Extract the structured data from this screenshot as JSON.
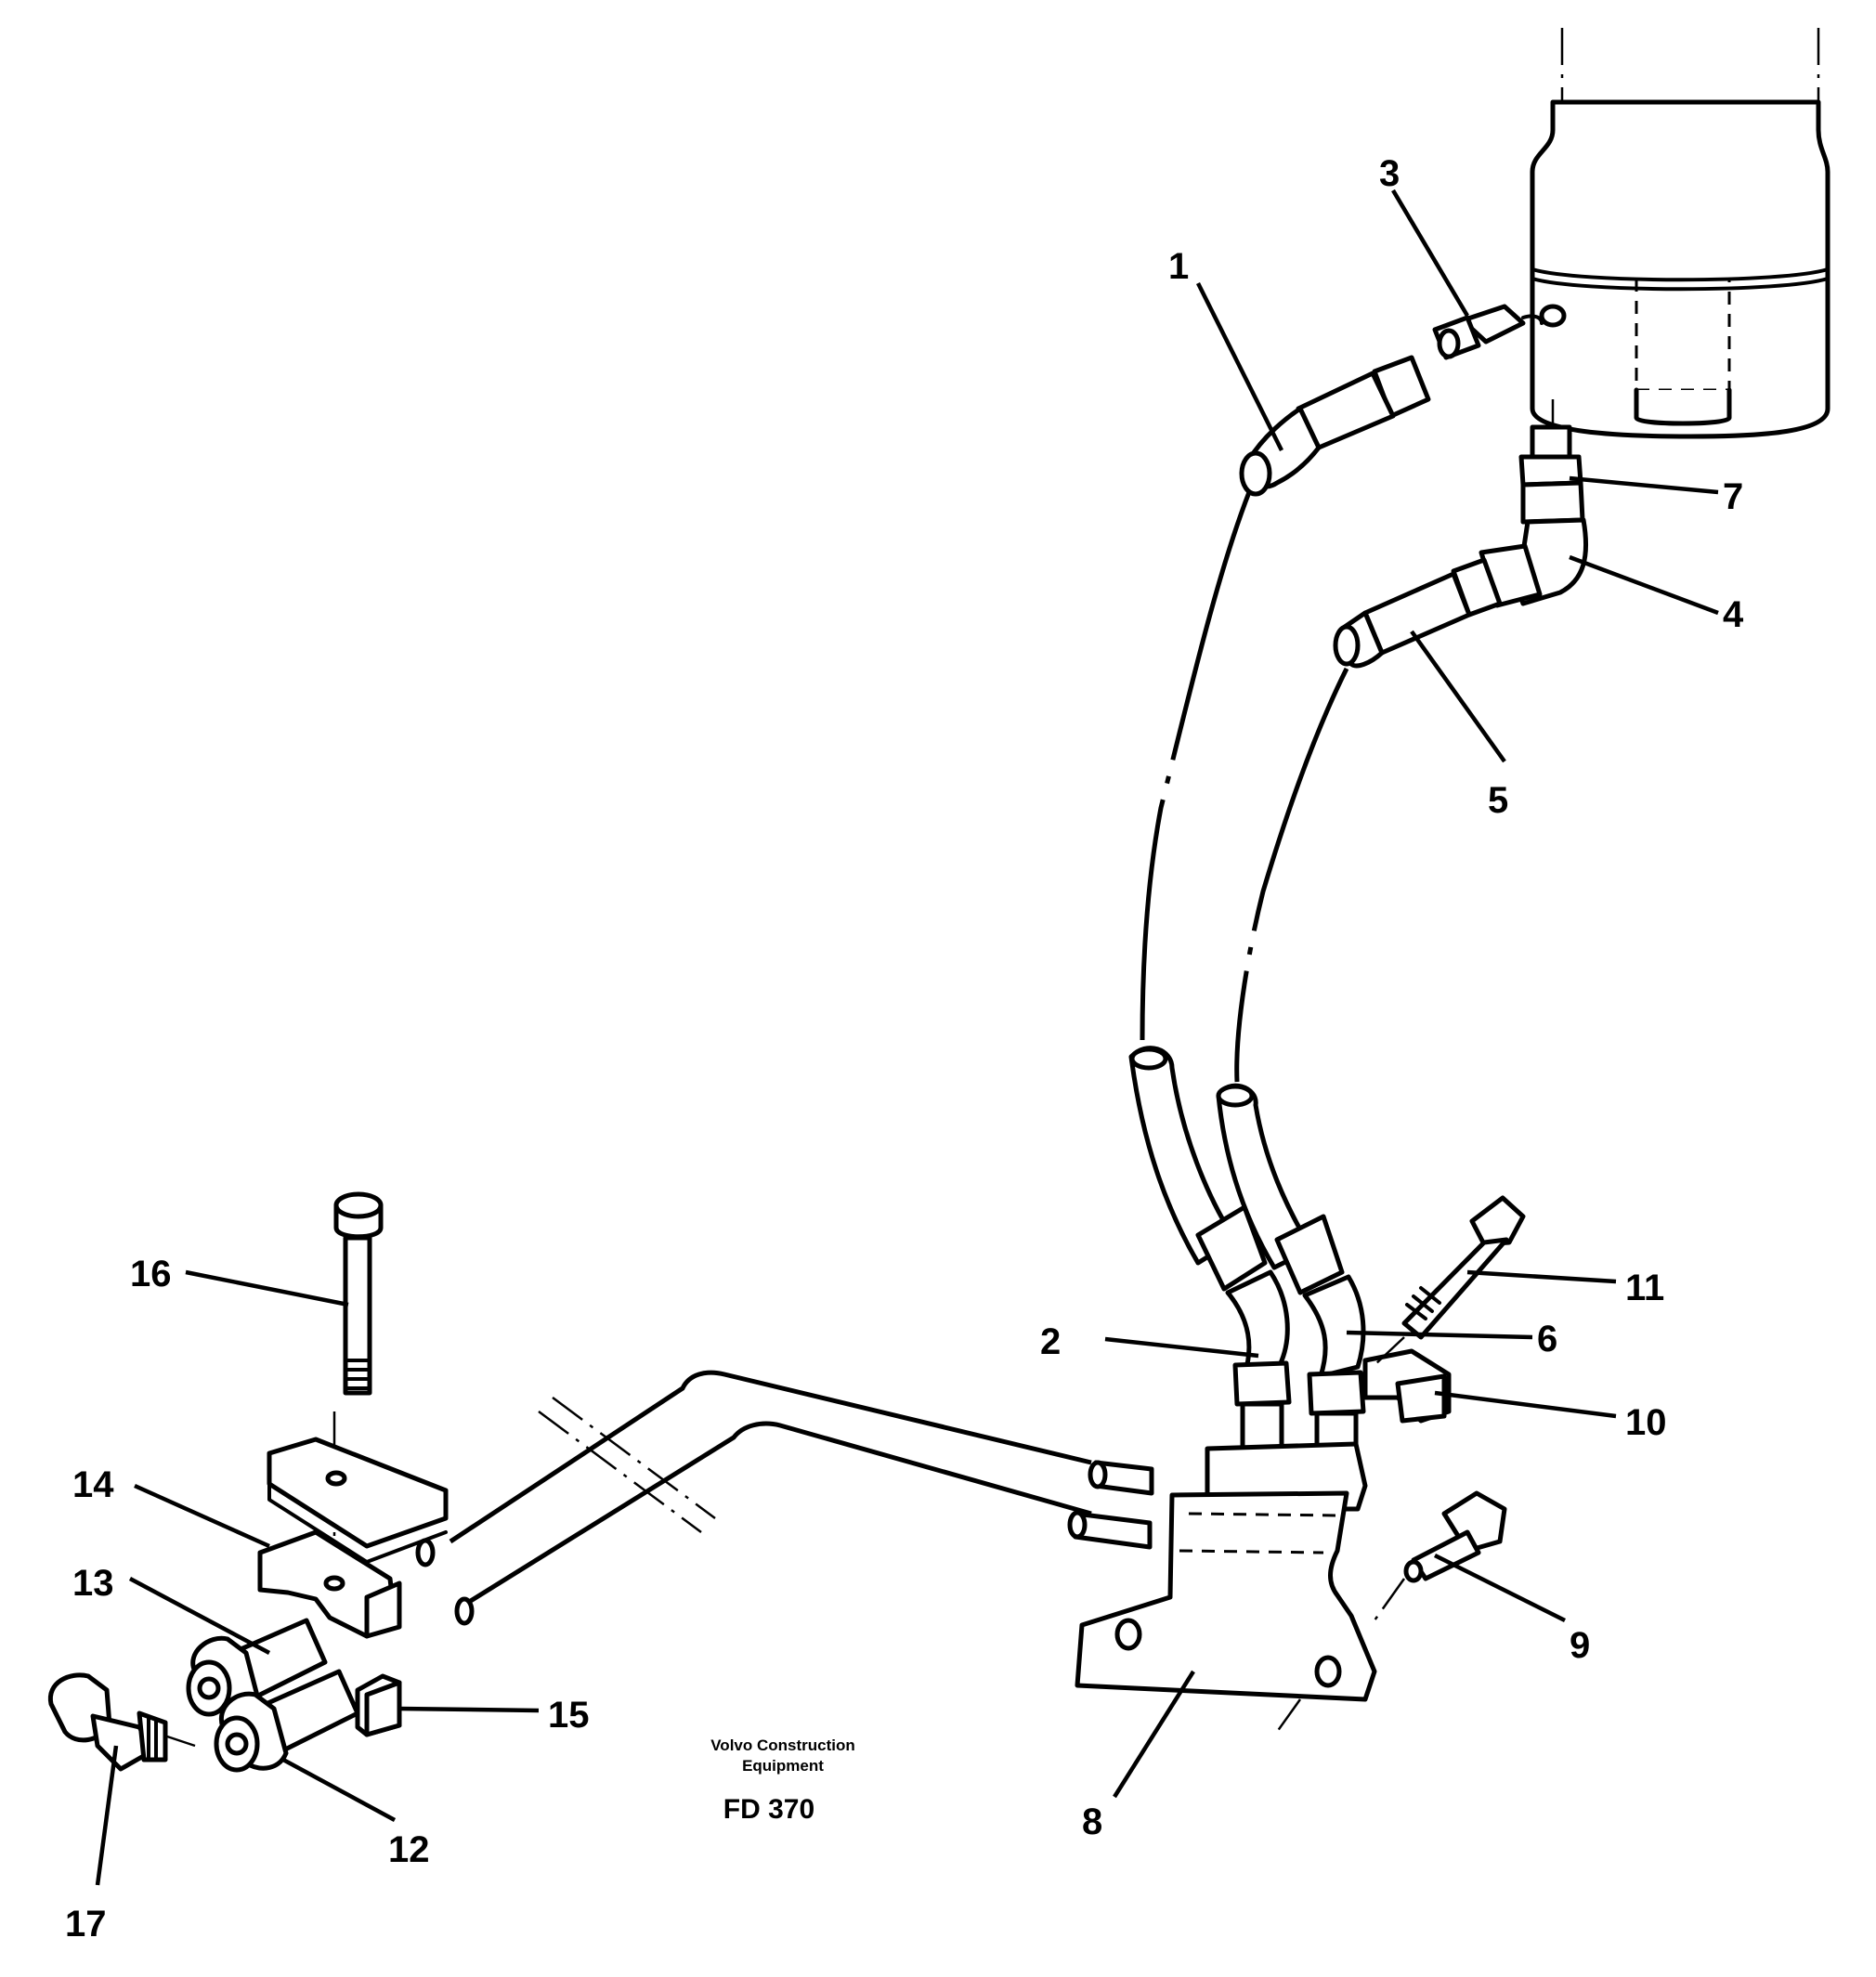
{
  "callouts": [
    {
      "id": "1",
      "label": "1"
    },
    {
      "id": "2",
      "label": "2"
    },
    {
      "id": "3",
      "label": "3"
    },
    {
      "id": "4",
      "label": "4"
    },
    {
      "id": "5",
      "label": "5"
    },
    {
      "id": "6",
      "label": "6"
    },
    {
      "id": "7",
      "label": "7"
    },
    {
      "id": "8",
      "label": "8"
    },
    {
      "id": "9",
      "label": "9"
    },
    {
      "id": "10",
      "label": "10"
    },
    {
      "id": "11",
      "label": "11"
    },
    {
      "id": "12",
      "label": "12"
    },
    {
      "id": "13",
      "label": "13"
    },
    {
      "id": "14",
      "label": "14"
    },
    {
      "id": "15",
      "label": "15"
    },
    {
      "id": "16",
      "label": "16"
    },
    {
      "id": "17",
      "label": "17"
    }
  ],
  "caption": {
    "line1": "Volvo Construction",
    "line2": "Equipment",
    "code": "FD 370"
  }
}
